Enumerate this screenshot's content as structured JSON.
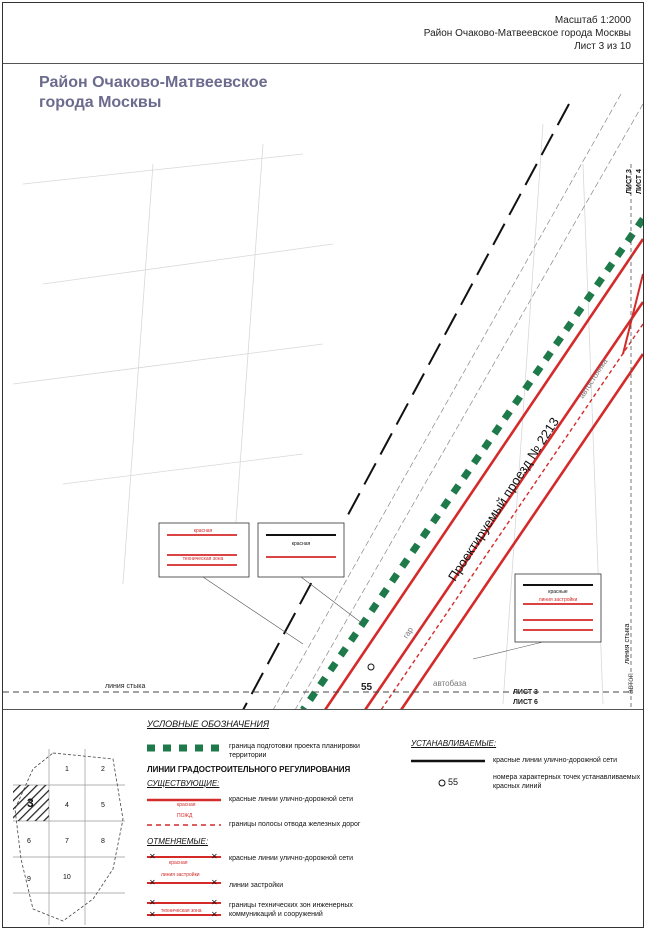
{
  "header": {
    "scale": "Масштаб 1:2000",
    "district_line": "Район Очаково-Матвеевское города Москвы",
    "sheet": "Лист 3 из 10"
  },
  "map": {
    "district_title_line1": "Район Очаково-Матвеевское",
    "district_title_line2": "города Москвы",
    "road_name": "Проектируемый проезд № 2213",
    "point_number": "55",
    "joint_line_label": "линия стыка",
    "joint_line_label_right": "линия стыка",
    "sheet3_right": "ЛИСТ 3",
    "sheet4_right": "ЛИСТ 4",
    "sheet3_bottom": "ЛИСТ 3",
    "sheet6_bottom": "ЛИСТ 6",
    "avtobaza": "автобаза",
    "avtostoyanka": "автостоянка",
    "avtop": "автоп",
    "garazhi": "гар",
    "callout_red": "красная",
    "callout_red_lines": "красные",
    "callout_tech": "техническая зона",
    "callout_build": "линия застройки"
  },
  "legend": {
    "title": "УСЛОВНЫЕ ОБОЗНАЧЕНИЯ",
    "boundary": "граница подготовки проекта планировки территории",
    "regulation_title": "ЛИНИИ ГРАДОСТРОИТЕЛЬНОГО РЕГУЛИРОВАНИЯ",
    "existing": "СУЩЕСТВУЮЩИЕ:",
    "existing_red": "красные линии улично-дорожной сети",
    "existing_red_sample": "красная",
    "existing_rail_sample": "ПОЖД",
    "existing_rail": "границы полосы отвода железных дорог",
    "cancelled": "ОТМЕНЯЕМЫЕ:",
    "cancelled_red": "красные линии улично-дорожной сети",
    "cancelled_red_sample": "красная",
    "cancelled_build": "линии застройки",
    "cancelled_build_sample": "линия застройки",
    "cancelled_tech": "границы технических зон инженерных коммуникаций и сооружений",
    "cancelled_tech_sample": "техническая зона",
    "established": "УСТАНАВЛИВАЕМЫЕ:",
    "established_red": "красные линии улично-дорожной сети",
    "point_sample": "55",
    "points": "номера характерных точек устанавливаемых красных линий"
  },
  "index_map": {
    "cells": [
      "1",
      "2",
      "3",
      "4",
      "5",
      "6",
      "7",
      "8",
      "9",
      "10"
    ],
    "current": "3"
  },
  "colors": {
    "red": "#d42a2a",
    "green": "#1e7a4a",
    "district": "#6b6b8e"
  }
}
